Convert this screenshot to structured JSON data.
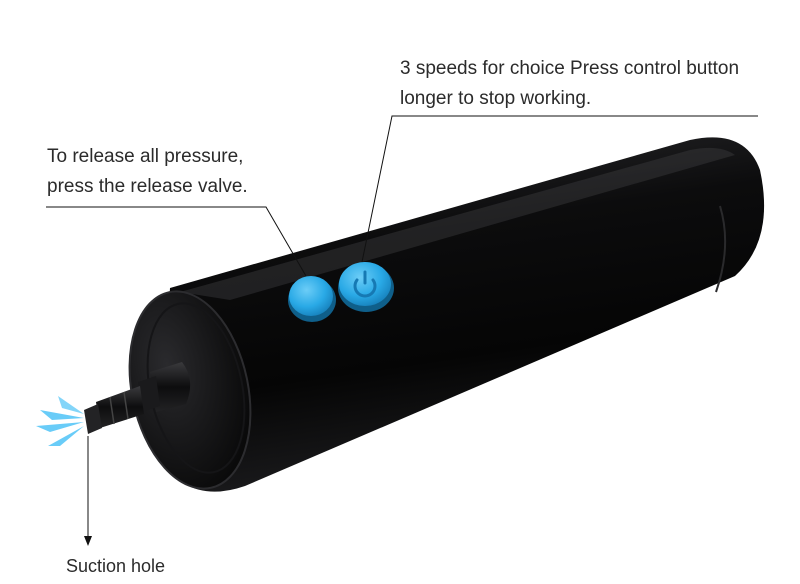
{
  "annotations": {
    "speed_line1": "3 speeds for choice  Press control button",
    "speed_line2": "longer to stop working.",
    "release_line1": "To release all pressure,",
    "release_line2": "press the release valve.",
    "suction": "Suction hole"
  },
  "colors": {
    "body": "#0b0b0c",
    "button_blue": "#29a9e6",
    "spray_blue": "#4fc3f7",
    "leader_line": "#111111"
  },
  "icons": [
    "power-icon"
  ]
}
